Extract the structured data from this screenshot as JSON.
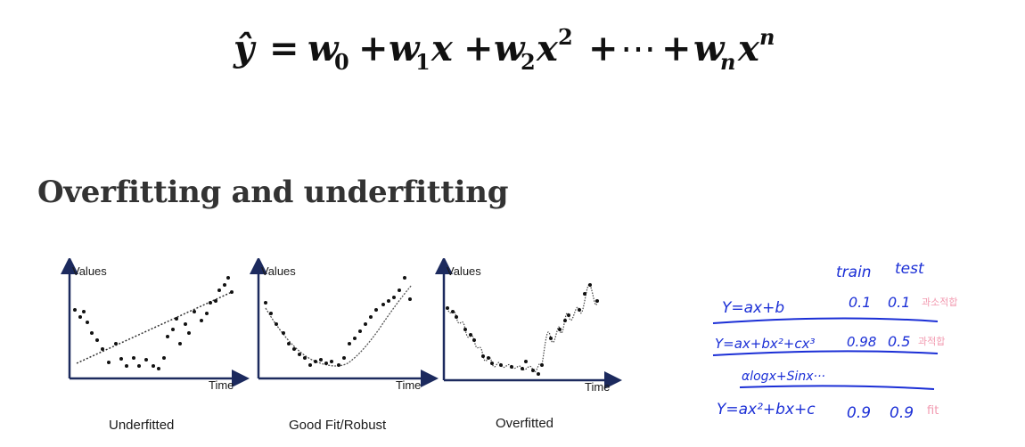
{
  "formula": {
    "yhat": "ŷ",
    "equals": "=",
    "w0": "w",
    "w0_sub": "0",
    "plus1": "+",
    "w1": "w",
    "w1_sub": "1",
    "x1": "x",
    "plus2": "+",
    "w2": "w",
    "w2_sub": "2",
    "x2": "x",
    "x2_sup": "2",
    "plus3": "+",
    "dots": "⋯",
    "plus4": "+",
    "wn": "w",
    "wn_sub": "n",
    "xn": "x",
    "xn_sup": "n"
  },
  "section_heading": "Overfitting and underfitting",
  "plots": [
    {
      "y_axis": "Values",
      "x_axis": "Time",
      "caption": "Underfitted"
    },
    {
      "y_axis": "Values",
      "x_axis": "Time",
      "caption": "Good Fit/Robust"
    },
    {
      "y_axis": "Values",
      "x_axis": "Time",
      "caption": "Overfitted"
    }
  ],
  "notes": {
    "col_train": "train",
    "col_test": "test",
    "rows": [
      {
        "model": "Y=ax+b",
        "train": "0.1",
        "test": "0.1",
        "remark": "과소적합"
      },
      {
        "model": "Y=ax+bx²+cx³",
        "train": "0.98",
        "test": "0.5",
        "remark": "과적합"
      },
      {
        "model": "Y=ax²+bx+c",
        "train": "0.9",
        "test": "0.9",
        "remark": "fit"
      }
    ],
    "aside": "αlogx+Sinx···"
  },
  "colors": {
    "heading": "#333333",
    "axis": "#1c2a5e",
    "handwriting_blue": "#1b2fd6",
    "handwriting_pink": "#f29ab0"
  }
}
